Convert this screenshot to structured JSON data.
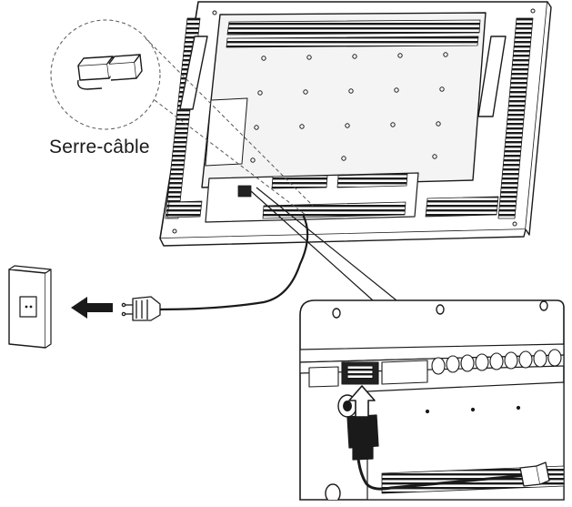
{
  "labels": {
    "cable_tie": "Serre-câble"
  },
  "colors": {
    "line": "#1a1a1a",
    "fill": "#ffffff",
    "panel_fill": "#f4f4f4",
    "dark_fill": "#222222",
    "callout_dash": "#555555"
  },
  "icons": {
    "arrow": "arrow-left",
    "plug": "power-plug",
    "outlet": "wall-outlet",
    "cable_tie": "cable-tie"
  }
}
